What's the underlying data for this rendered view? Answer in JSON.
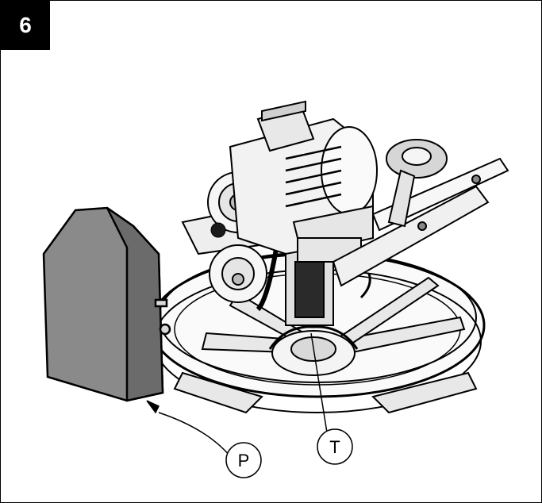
{
  "figure": {
    "step_number": "6",
    "callouts": [
      {
        "id": "p",
        "label": "P"
      },
      {
        "id": "t",
        "label": "T"
      }
    ]
  },
  "colors": {
    "ink": "#000000",
    "guard_fill": "#8a8a8a",
    "guard_side": "#6b6b6b",
    "metal_light": "#f2f2f2",
    "metal_mid": "#cfcfcf"
  }
}
